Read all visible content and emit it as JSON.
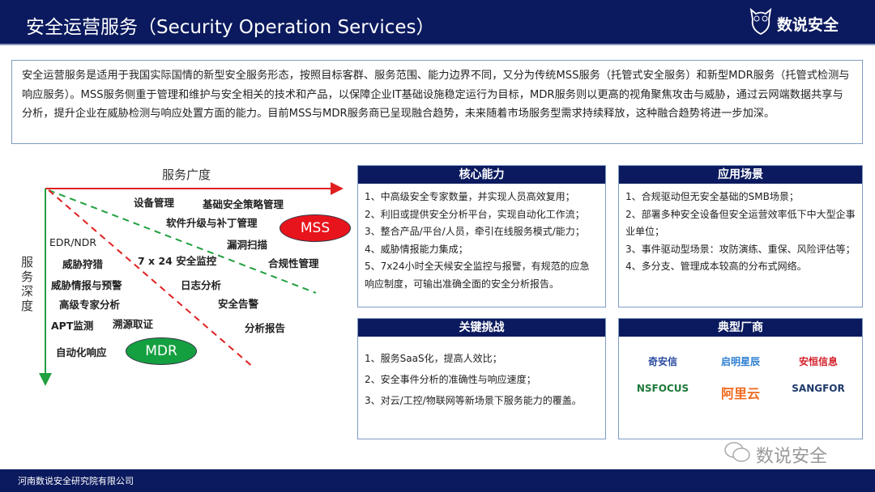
{
  "header": {
    "title": "安全运营服务（Security Operation Services）",
    "brand": "数说安全"
  },
  "intro": "安全运营服务是适用于我国实际国情的新型安全服务形态，按照目标客群、服务范围、能力边界不同，又分为传统MSS服务（托管式安全服务）和新型MDR服务（托管式检测与响应服务）。MSS服务侧重于管理和维护与安全相关的技术和产品，以保障企业IT基础设施稳定运行为目标，MDR服务则以更高的视角聚焦攻击与威胁，通过云网端数据共享与分析，提升企业在威胁检测与响应处置方面的能力。目前MSS与MDR服务商已呈现融合趋势，未来随着市场服务型需求持续释放，这种融合趋势将进一步加深。",
  "diagram": {
    "x_axis": "服务广度",
    "y_axis": "服务深度",
    "mss": "MSS",
    "mdr": "MDR",
    "labels": [
      "设备管理",
      "基础安全策略管理",
      "软件升级与补丁管理",
      "漏洞扫描",
      "合规性管理",
      "EDR/NDR",
      "威胁狩猎",
      "7 x 24 安全监控",
      "威胁情报与预警",
      "日志分析",
      "高级专家分析",
      "安全告警",
      "APT监测",
      "溯源取证",
      "分析报告",
      "自动化响应"
    ]
  },
  "core": {
    "title": "核心能力",
    "items": [
      "1、中高级安全专家数量，并实现人员高效复用；",
      "2、利旧或提供安全分析平台，实现自动化工作流；",
      "3、整合产品/平台/人员，牵引在线服务模式/能力；",
      "4、威胁情报能力集成；",
      "5、7x24小时全天候安全监控与报警，有规范的应急响应制度，可输出准确全面的安全分析报告。"
    ]
  },
  "scenes": {
    "title": "应用场景",
    "items": [
      "1、合规驱动但无安全基础的SMB场景；",
      "2、部署多种安全设备但安全运营效率低下中大型企事业单位；",
      "3、事件驱动型场景：攻防演练、重保、风险评估等；",
      "4、多分支、管理成本较高的分布式网络。"
    ]
  },
  "challenges": {
    "title": "关键挑战",
    "items": [
      "1、服务SaaS化，提高人效比；",
      "2、安全事件分析的准确性与响应速度；",
      "3、对云/工控/物联网等新场景下服务能力的覆盖。"
    ]
  },
  "vendors": {
    "title": "典型厂商",
    "items": [
      {
        "name": "奇安信",
        "color": "#2a4aa0"
      },
      {
        "name": "启明星辰",
        "color": "#2f7fd0"
      },
      {
        "name": "安恒信息",
        "color": "#d4202a"
      },
      {
        "name": "NSFOCUS",
        "color": "#1e7a3a"
      },
      {
        "name": "阿里云",
        "color": "#f06a1f"
      },
      {
        "name": "SANGFOR",
        "color": "#1f3a6a"
      }
    ]
  },
  "watermark": "数说安全",
  "footer": "河南数说安全研究院有限公司"
}
